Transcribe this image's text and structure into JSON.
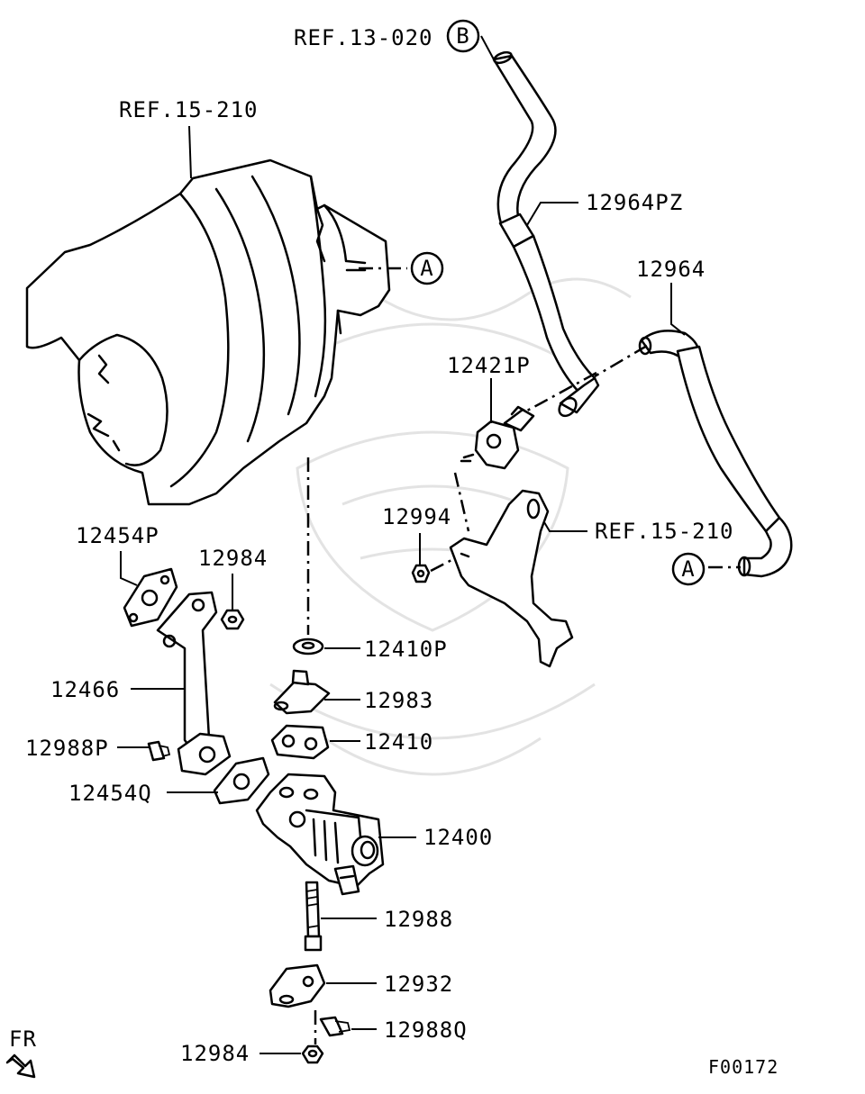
{
  "diagram": {
    "drawing_code": "F00172",
    "fr_label": "FR",
    "refs": {
      "top_hose": "REF.13-020",
      "turbo": "REF.15-210",
      "bracket": "REF.15-210"
    },
    "connectors": {
      "b_top": "B",
      "a_turbo": "A",
      "a_hose": "A"
    },
    "parts": {
      "p12964PZ": "12964PZ",
      "p12964": "12964",
      "p12421P": "12421P",
      "p12994": "12994",
      "p12454P": "12454P",
      "p12984_top": "12984",
      "p12410P": "12410P",
      "p12466": "12466",
      "p12983": "12983",
      "p12410": "12410",
      "p12988P": "12988P",
      "p12454Q": "12454Q",
      "p12400": "12400",
      "p12988": "12988",
      "p12932": "12932",
      "p12988Q": "12988Q",
      "p12984_bottom": "12984"
    }
  }
}
